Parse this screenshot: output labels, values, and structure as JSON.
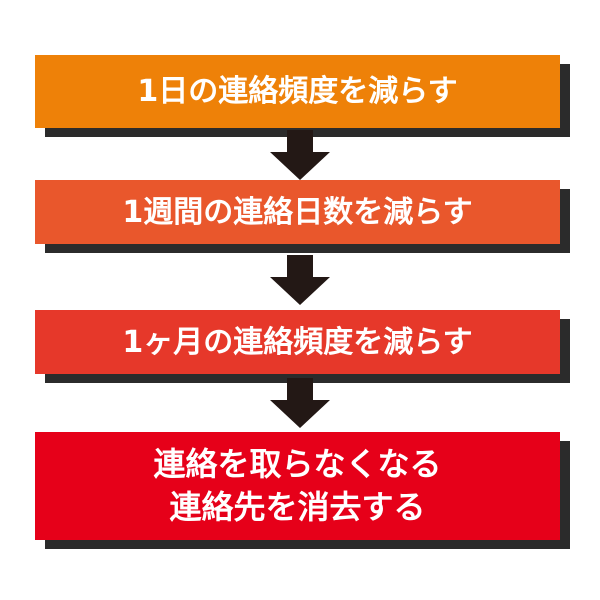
{
  "steps": [
    {
      "label": "1日の連絡頻度を減らす",
      "color": "#ee8108"
    },
    {
      "label": "1週間の連絡日数を減らす",
      "color": "#e9572c"
    },
    {
      "label": "1ヶ月の連絡頻度を減らす",
      "color": "#e6382a"
    },
    {
      "label": "連絡を取らなくなる\n連絡先を消去する",
      "color": "#e60019"
    }
  ],
  "arrow_color": "#231815",
  "shadow_color": "#2b2b2b",
  "icons": [
    "down-arrow-icon",
    "down-arrow-icon",
    "down-arrow-icon"
  ]
}
